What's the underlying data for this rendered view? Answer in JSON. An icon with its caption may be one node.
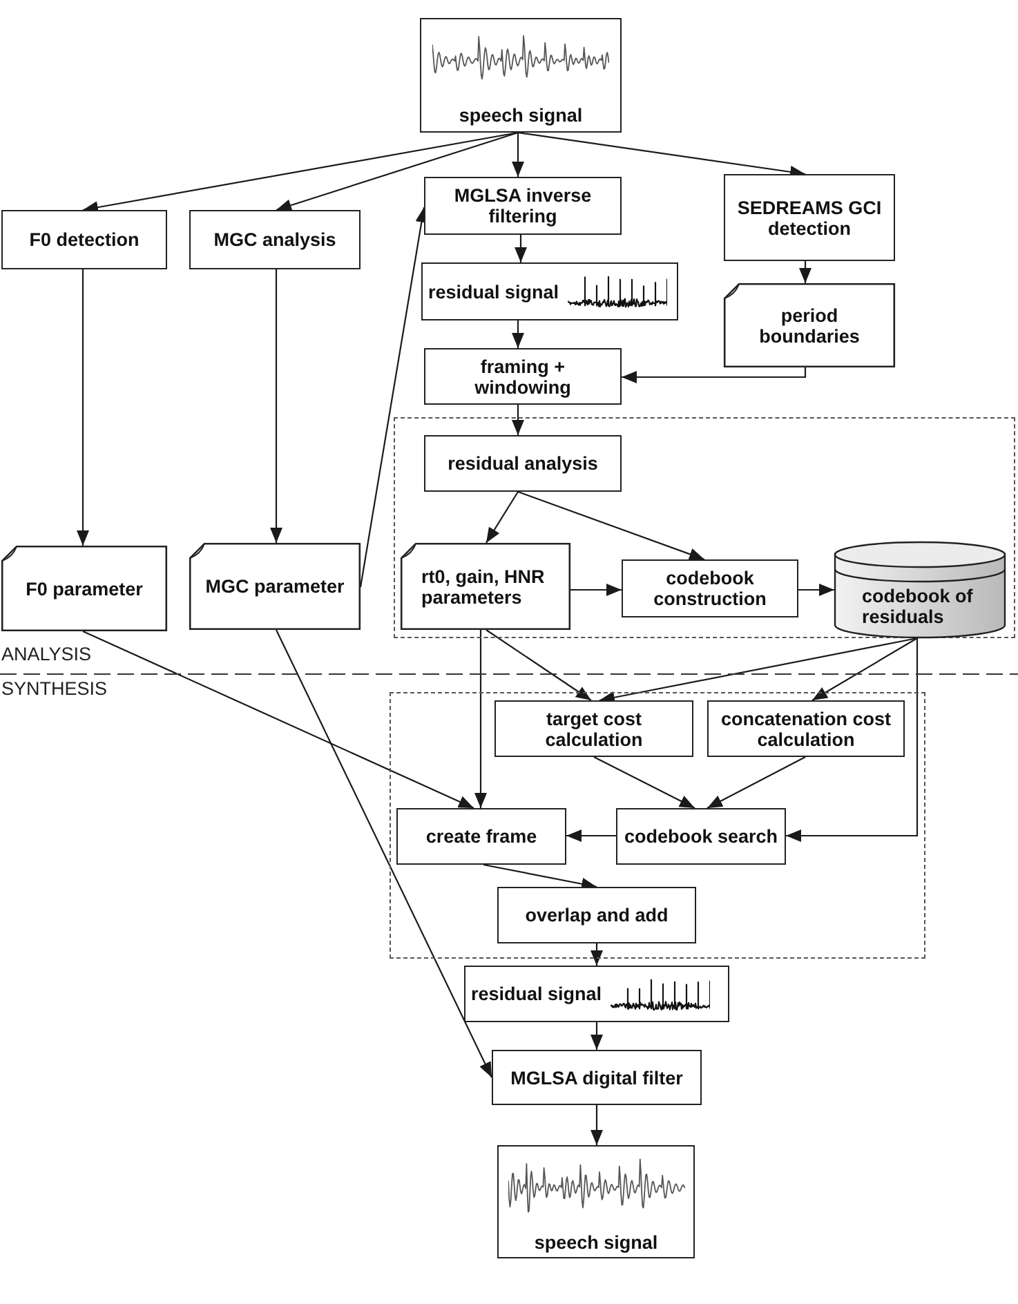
{
  "diagram": {
    "nodes": [
      {
        "text": [
          "speech signal"
        ]
      },
      {
        "text": [
          "F0 detection"
        ]
      },
      {
        "text": [
          "MGC analysis"
        ]
      },
      {
        "text": [
          "MGLSA inverse filtering"
        ]
      },
      {
        "text": [
          "SEDREAMS GCI detection"
        ]
      },
      {
        "text": [
          "residual signal"
        ]
      },
      {
        "text": [
          "period boundaries"
        ]
      },
      {
        "text": [
          "framing + windowing"
        ]
      },
      {
        "text": [],
        "shape": "box"
      },
      {
        "text": [
          "residual analysis"
        ],
        "in": 8
      },
      {
        "text": [
          "F0 parameter"
        ]
      },
      {
        "text": [
          "MGC parameter"
        ]
      },
      {
        "text": [
          "rt0, gain, HNR parameters"
        ],
        "in": 8
      },
      {
        "text": [
          "codebook construction"
        ],
        "in": 8
      },
      {
        "text": [
          "codebook of residuals"
        ],
        "in": 8
      },
      {
        "text": [],
        "shape": "box"
      },
      {
        "text": [
          "target cost calculation"
        ],
        "in": 15
      },
      {
        "text": [
          "concatenation cost calculation"
        ],
        "in": 15
      },
      {
        "text": [
          "create frame"
        ],
        "in": 15
      },
      {
        "text": [
          "codebook search"
        ],
        "in": 15
      },
      {
        "text": [
          "overlap and add"
        ],
        "in": 15
      },
      {
        "text": [
          "residual signal"
        ]
      },
      {
        "text": [
          "MGLSA digital filter"
        ]
      },
      {
        "text": [
          "speech signal"
        ]
      }
    ],
    "edges": [
      {
        "from": 0,
        "to": 1,
        "arrow": "to"
      },
      {
        "from": 0,
        "to": 2,
        "arrow": "to"
      },
      {
        "from": 0,
        "to": 3,
        "arrow": "to"
      },
      {
        "from": 0,
        "to": 4,
        "arrow": "to"
      },
      {
        "from": 3,
        "to": 5,
        "arrow": "to"
      },
      {
        "from": 5,
        "to": 7,
        "arrow": "to"
      },
      {
        "from": 4,
        "to": 6,
        "arrow": "to"
      },
      {
        "from": 6,
        "to": 7,
        "arrow": "to"
      },
      {
        "from": 7,
        "to": 9,
        "arrow": "to"
      },
      {
        "from": 1,
        "to": 10,
        "arrow": "to"
      },
      {
        "from": 2,
        "to": 11,
        "arrow": "to"
      },
      {
        "from": 11,
        "to": 3,
        "arrow": "to"
      },
      {
        "from": 9,
        "to": 12,
        "arrow": "to"
      },
      {
        "from": 9,
        "to": 13,
        "arrow": "to"
      },
      {
        "from": 12,
        "to": 13,
        "arrow": "to"
      },
      {
        "from": 13,
        "to": 14,
        "arrow": "to"
      },
      {
        "from": 12,
        "to": 16,
        "arrow": "to"
      },
      {
        "from": 14,
        "to": 16,
        "arrow": "to"
      },
      {
        "from": 14,
        "to": 17,
        "arrow": "to"
      },
      {
        "from": 14,
        "to": 19,
        "arrow": "to"
      },
      {
        "from": 12,
        "to": 18,
        "arrow": "to"
      },
      {
        "from": 10,
        "to": 18,
        "arrow": "to"
      },
      {
        "from": 11,
        "to": 22,
        "arrow": "to"
      },
      {
        "from": 16,
        "to": 19,
        "arrow": "to"
      },
      {
        "from": 17,
        "to": 19,
        "arrow": "to"
      },
      {
        "from": 19,
        "to": 18,
        "arrow": "to"
      },
      {
        "from": 18,
        "to": 20,
        "arrow": "to"
      },
      {
        "from": 20,
        "to": 21,
        "arrow": "to"
      },
      {
        "from": 21,
        "to": 22,
        "arrow": "to"
      },
      {
        "from": 22,
        "to": 23,
        "arrow": "to"
      }
    ],
    "labels": [
      "ANALYSIS",
      "SYNTHESIS"
    ]
  }
}
